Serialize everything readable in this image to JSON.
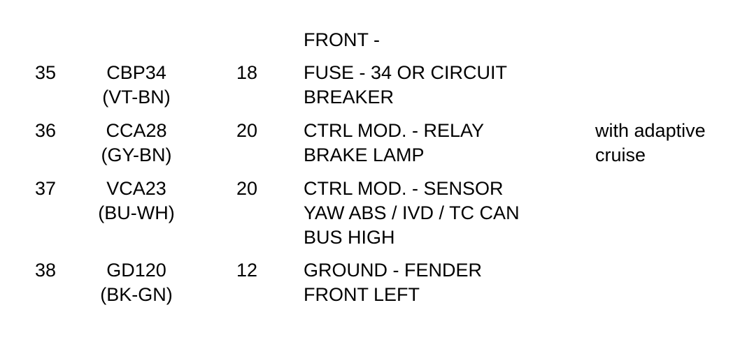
{
  "header": {
    "continuation": "FRONT -"
  },
  "rows": [
    {
      "pin": "35",
      "circuit": "CBP34",
      "color": "(VT-BN)",
      "gauge": "18",
      "description": [
        "FUSE - 34 OR CIRCUIT",
        "BREAKER"
      ],
      "note": []
    },
    {
      "pin": "36",
      "circuit": "CCA28",
      "color": "(GY-BN)",
      "gauge": "20",
      "description": [
        "CTRL MOD. - RELAY",
        "BRAKE LAMP"
      ],
      "note": [
        "with adaptive",
        "cruise"
      ]
    },
    {
      "pin": "37",
      "circuit": "VCA23",
      "color": "(BU-WH)",
      "gauge": "20",
      "description": [
        "CTRL MOD. - SENSOR",
        "YAW ABS / IVD / TC CAN",
        "BUS HIGH"
      ],
      "note": []
    },
    {
      "pin": "38",
      "circuit": "GD120",
      "color": "(BK-GN)",
      "gauge": "12",
      "description": [
        "GROUND - FENDER",
        "FRONT LEFT"
      ],
      "note": []
    }
  ]
}
